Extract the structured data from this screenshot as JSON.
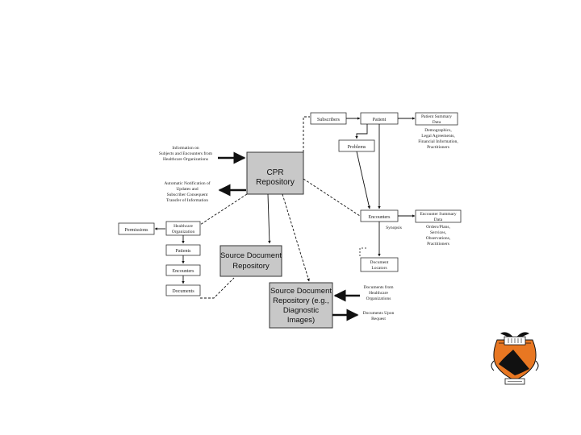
{
  "diagram": {
    "cpr": {
      "line1": "CPR",
      "line2": "Repository"
    },
    "src_doc_1": {
      "line1": "Source Document",
      "line2": "Repository"
    },
    "src_doc_2": {
      "line1": "Source Document",
      "line2": "Repository (e.g.,",
      "line3": "Diagnostic",
      "line4": "Images)"
    },
    "info_in": {
      "line1": "Information on",
      "line2": "Subjects and Encounters from",
      "line3": "Healthcare Organizations"
    },
    "notify_out": {
      "line1": "Automatic Notification of",
      "line2": "Updates and",
      "line3": "Subscriber Consequent",
      "line4": "Transfer of Information"
    },
    "subscribers": "Subscribers",
    "patient": "Patient",
    "patient_summary": {
      "line1": "Patient Summary",
      "line2": "Data"
    },
    "patient_details": {
      "line1": "Demographics,",
      "line2": "Legal Agreements,",
      "line3": "Financial Information,",
      "line4": "Practitioners"
    },
    "problems": "Problems",
    "encounters": "Encounters",
    "encounter_summary": {
      "line1": "Encounter Summary",
      "line2": "Data"
    },
    "encounter_details": {
      "line1": "Orders/Plans,",
      "line2": "Services,",
      "line3": "Observations,",
      "line4": "Practitioners"
    },
    "synopsis": "Synopsis",
    "doc_locators": {
      "line1": "Document",
      "line2": "Locators"
    },
    "docs_from_hc": {
      "line1": "Documents from",
      "line2": "Healthcare",
      "line3": "Organizations"
    },
    "docs_upon_request": {
      "line1": "Documents Upon",
      "line2": "Request"
    },
    "permissions": "Permissions",
    "healthcare_org": {
      "line1": "Healthcare",
      "line2": "Organization"
    },
    "patients": "Patients",
    "enc_left": "Encounters",
    "documents": "Documents"
  },
  "logo": {
    "name": "princeton-shield",
    "colors": {
      "orange": "#e87722",
      "black": "#111111"
    }
  }
}
